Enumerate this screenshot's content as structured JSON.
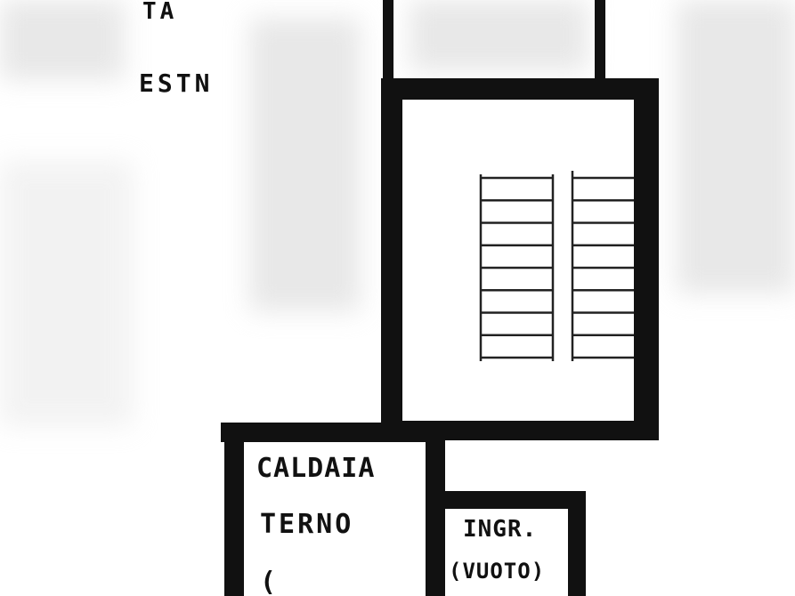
{
  "plan": {
    "labels": {
      "top_fragment": "TA",
      "top_fragment_2": "ESTN",
      "room_caldaia_line1": "CALDAIA",
      "room_caldaia_line2": "TERNO",
      "room_caldaia_line3": "(",
      "room_ingr_line1": "INGR.",
      "room_ingr_line2": "(VUOTO)"
    },
    "stair_treads_per_flight": 9,
    "colors": {
      "wall": "#111111",
      "line": "#222222",
      "background": "#ffffff"
    }
  }
}
